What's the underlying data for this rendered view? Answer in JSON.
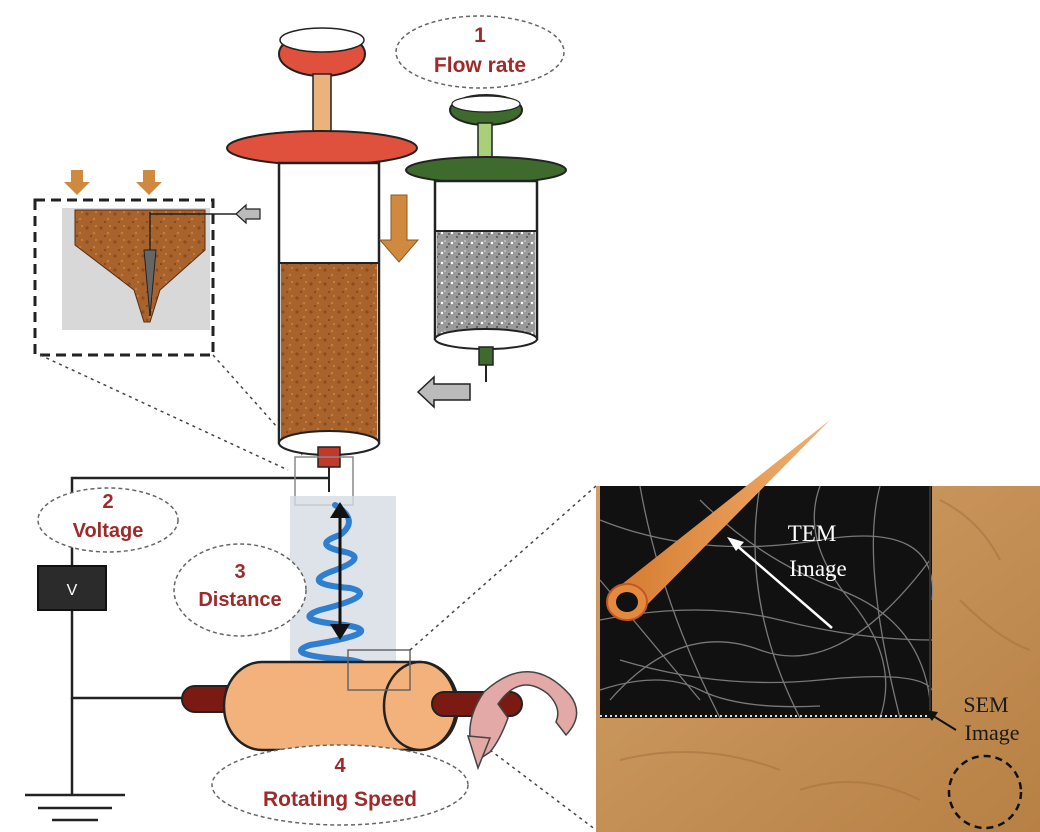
{
  "labels": {
    "flow_rate": {
      "number": "1",
      "text": "Flow rate"
    },
    "voltage": {
      "number": "2",
      "text": "Voltage"
    },
    "distance": {
      "number": "3",
      "text": "Distance"
    },
    "rotating_speed": {
      "number": "4",
      "text": "Rotating Speed"
    }
  },
  "power_supply": {
    "symbol": "V"
  },
  "micrograph": {
    "tem_line1": "TEM",
    "tem_line2": "Image",
    "sem_line1": "SEM",
    "sem_line2": "Image"
  },
  "colors": {
    "label_text": "#9e2a2a",
    "plunger_red": "#e0513d",
    "plunger_green": "#3f6a2e",
    "solution_brown": "#a8622c",
    "collector_orange": "#f3b27c",
    "fiber_blue": "#2f7fd0",
    "sem_background": "#c89358",
    "tem_background": "#111111",
    "rotation_arrow": "#e3a9a6"
  },
  "icons": [
    "down-arrow-icon",
    "left-arrow-icon",
    "rotation-arrow-icon",
    "ground-icon",
    "double-arrow-icon"
  ]
}
